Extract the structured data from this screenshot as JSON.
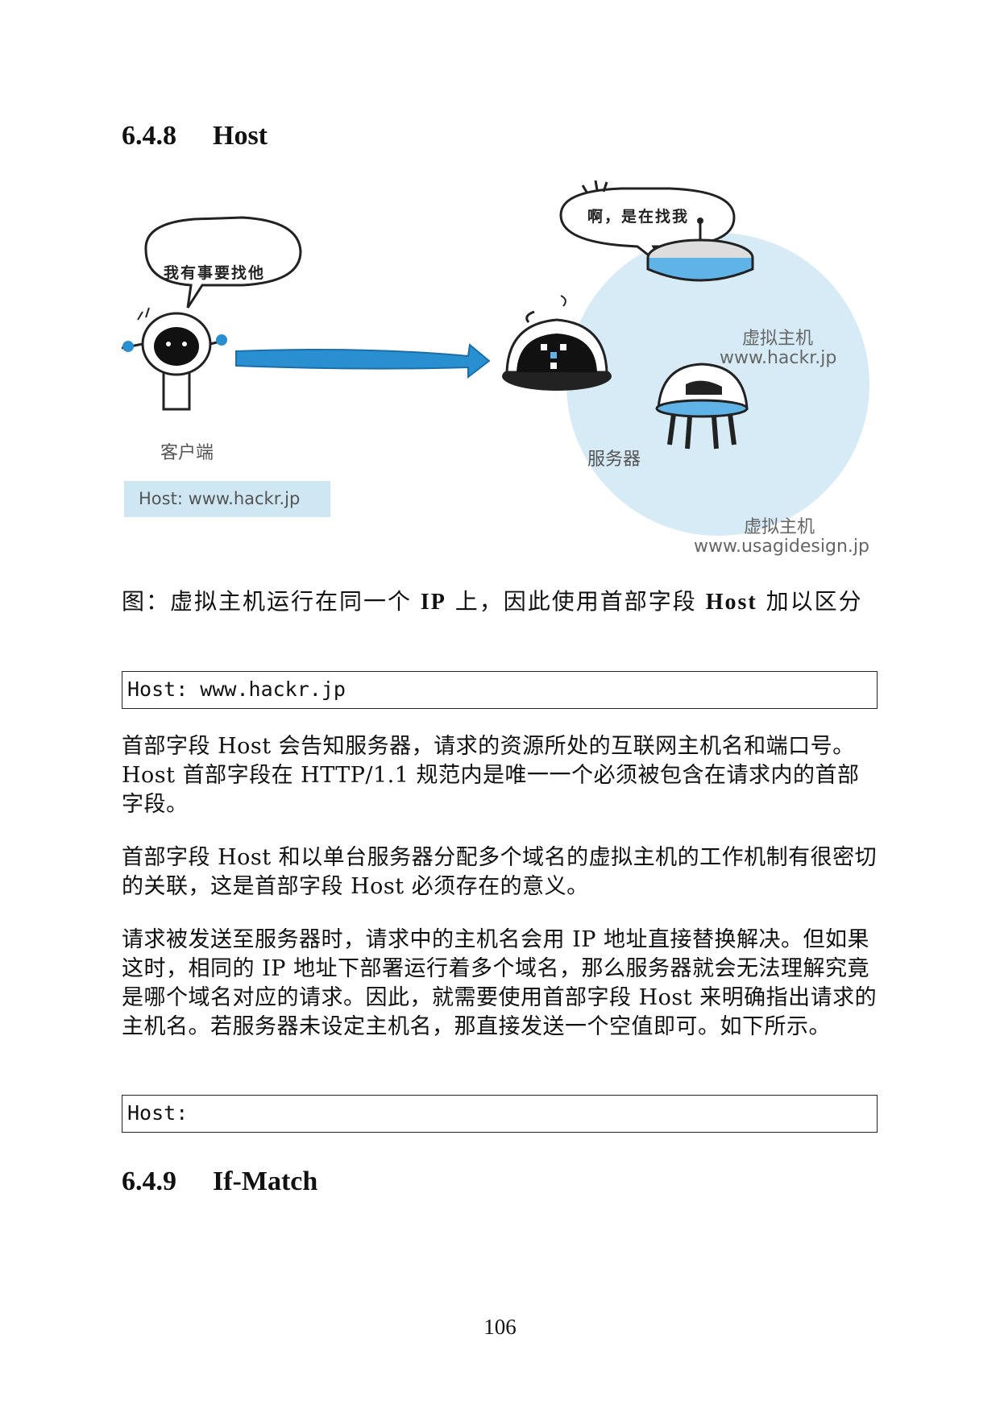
{
  "sections": [
    {
      "number": "6.4.8",
      "title": "Host"
    },
    {
      "number": "6.4.9",
      "title": "If-Match"
    }
  ],
  "figure": {
    "client_bubble": "我有事要找他",
    "server_bubble": "啊，是在找我",
    "client_label": "客户端",
    "client_header": "Host: www.hackr.jp",
    "server_label": "服务器",
    "vhost1_label": "虚拟主机",
    "vhost1_domain": "www.hackr.jp",
    "vhost2_label": "虚拟主机",
    "vhost2_domain": "www.usagidesign.jp",
    "colors": {
      "arrow": "#2a8fd0",
      "circle": "#d6ebf6",
      "box": "#cfe7f3"
    }
  },
  "caption": {
    "prefix": "图：虚拟主机运行在同一个 ",
    "bold1": "IP",
    "mid": " 上，因此使用首部字段 ",
    "bold2": "Host",
    "suffix": " 加以区分"
  },
  "code_blocks": [
    "Host: www.hackr.jp",
    "Host:"
  ],
  "paragraphs": [
    "首部字段 Host 会告知服务器，请求的资源所处的互联网主机名和端口号。Host 首部字段在 HTTP/1.1 规范内是唯一一个必须被包含在请求内的首部字段。",
    "首部字段 Host 和以单台服务器分配多个域名的虚拟主机的工作机制有很密切的关联，这是首部字段 Host 必须存在的意义。",
    "请求被发送至服务器时，请求中的主机名会用 IP 地址直接替换解决。但如果这时，相同的 IP 地址下部署运行着多个域名，那么服务器就会无法理解究竟是哪个域名对应的请求。因此，就需要使用首部字段 Host 来明确指出请求的主机名。若服务器未设定主机名，那直接发送一个空值即可。如下所示。"
  ],
  "page_number": "106"
}
